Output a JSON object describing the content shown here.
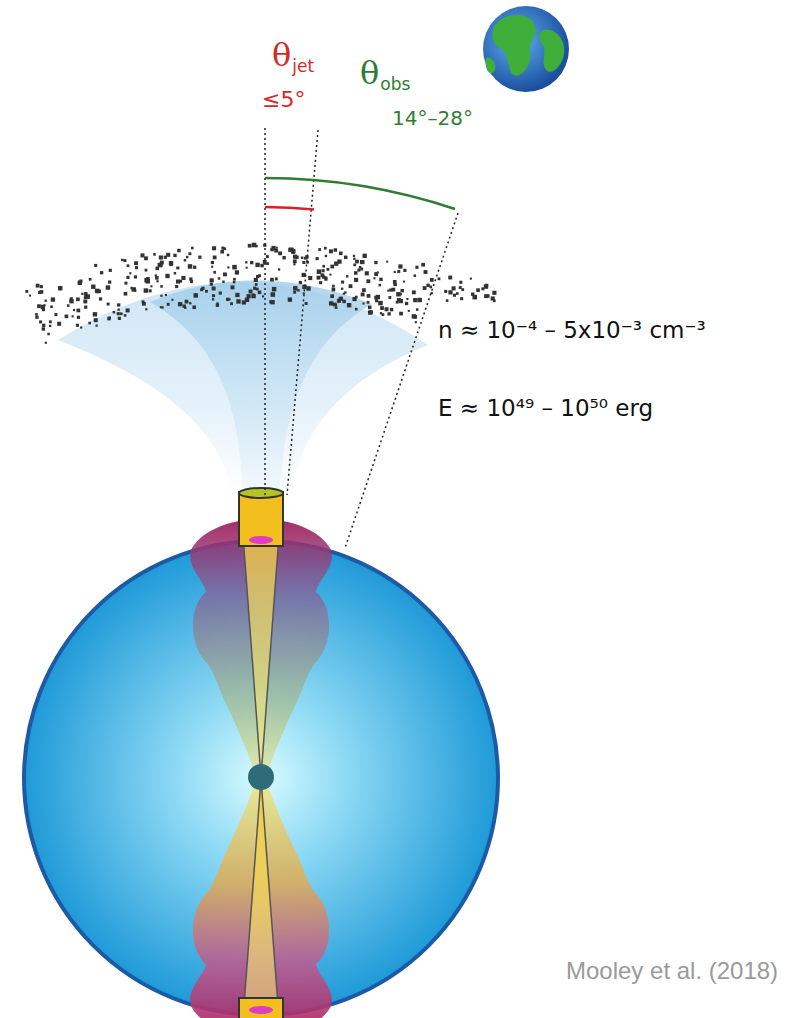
{
  "diagram": {
    "labels": [
      "θ",
      "jet",
      "≤5°",
      "θ",
      "obs",
      "14°–28°",
      "n ≈ 10⁻⁴ – 5x10⁻³ cm⁻³",
      "E ≈ 10⁴⁹ – 10⁵⁰ erg",
      "Mooley et al. (2018)"
    ]
  }
}
